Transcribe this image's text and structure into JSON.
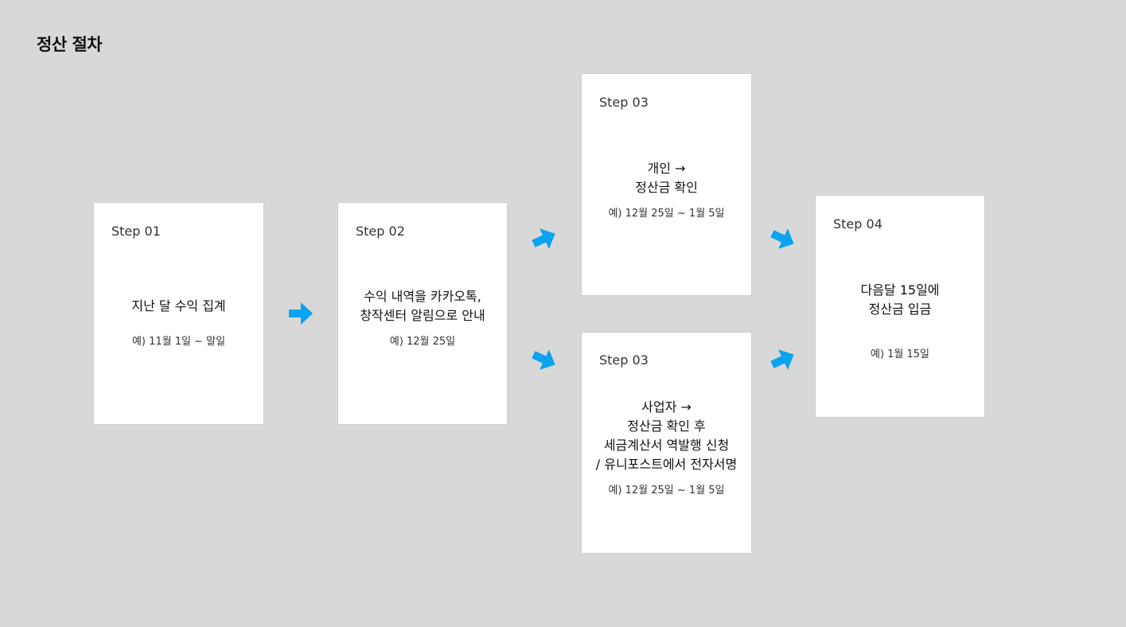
{
  "title": "정산 절차",
  "colors": {
    "arrow": "#0aa3ef",
    "card": "#ffffff",
    "background": "#d8d8d8"
  },
  "cards": [
    {
      "step": "Step 01",
      "main": [
        "지난 달 수익 집계"
      ],
      "sub": "예) 11월 1일 ~ 말일"
    },
    {
      "step": "Step 02",
      "main": [
        "수익 내역을 카카오톡,",
        "창작센터 알림으로 안내"
      ],
      "sub": "예) 12월 25일"
    },
    {
      "step": "Step 03",
      "main": [
        "개인 →",
        "정산금 확인"
      ],
      "sub": "예) 12월 25일 ~ 1월 5일"
    },
    {
      "step": "Step 03",
      "main": [
        "사업자 →",
        "정산금 확인 후",
        "세금계산서 역발행 신청",
        "/ 유니포스트에서 전자서명"
      ],
      "sub": "예) 12월 25일 ~ 1월 5일"
    },
    {
      "step": "Step 04",
      "main": [
        "다음달 15일에",
        "정산금 입금"
      ],
      "sub": "예) 1월 15일"
    }
  ],
  "arrows": [
    {
      "icon": "arrow-right-icon"
    },
    {
      "icon": "arrow-up-right-icon"
    },
    {
      "icon": "arrow-down-right-icon"
    },
    {
      "icon": "arrow-down-right-icon"
    },
    {
      "icon": "arrow-up-right-icon"
    }
  ]
}
